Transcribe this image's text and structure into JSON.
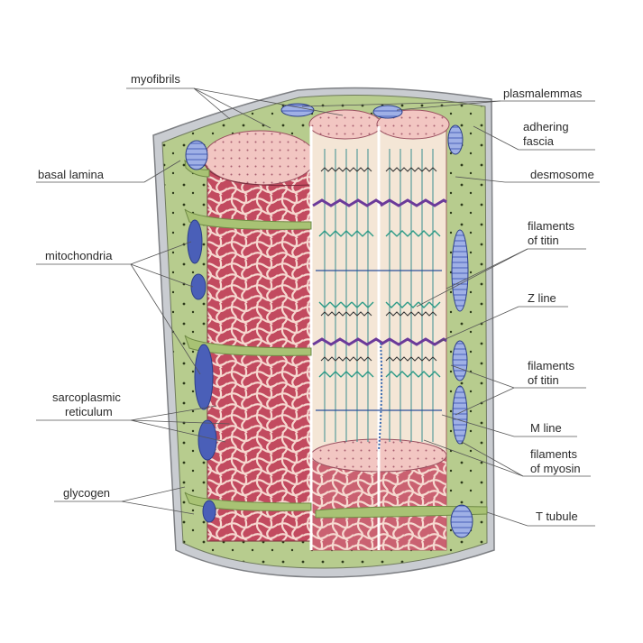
{
  "labels": {
    "myofibrils": "myofibrils",
    "plasmalemmas": "plasmalemmas",
    "adhering_fascia_1": "adhering",
    "adhering_fascia_2": "fascia",
    "basal_lamina": "basal lamina",
    "desmosome": "desmosome",
    "filaments_of_titin_a_1": "filaments",
    "filaments_of_titin_a_2": "of titin",
    "mitochondria": "mitochondria",
    "z_line": "Z line",
    "filaments_of_titin_b_1": "filaments",
    "filaments_of_titin_b_2": "of titin",
    "sarcoplasmic_reticulum_1": "sarcoplasmic",
    "sarcoplasmic_reticulum_2": "reticulum",
    "m_line": "M line",
    "filaments_of_myosin_1": "filaments",
    "filaments_of_myosin_2": "of myosin",
    "glycogen": "glycogen",
    "t_tubule": "T tubule"
  },
  "colors": {
    "sarcoplasm": "#b7cc8e",
    "myofibril": "#c0485e",
    "myofibril_light": "#f2c9c6",
    "sarcomere_bg": "#f4e6d6",
    "mitochondria": "#4a5fb8",
    "membrane": "#8a8a8a",
    "t_tubule": "#9bb86a",
    "actin": "#2a9a86",
    "z_line": "#6b3a9a",
    "leader": "#555555"
  }
}
